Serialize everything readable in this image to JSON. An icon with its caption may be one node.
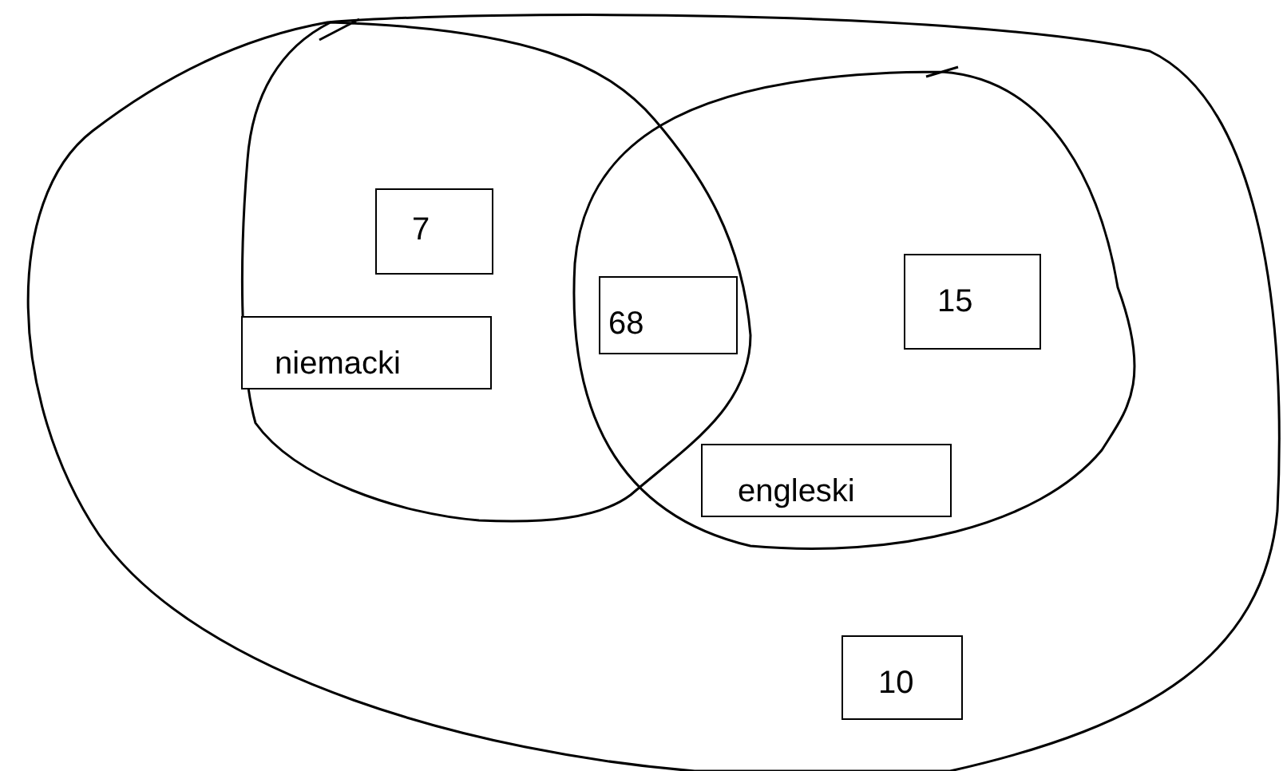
{
  "diagram": {
    "nodes": [
      {
        "text": [
          "7"
        ]
      },
      {
        "text": [
          "niemacki"
        ]
      },
      {
        "text": [
          "68"
        ]
      },
      {
        "text": [
          "15"
        ]
      },
      {
        "text": [
          "engleski"
        ]
      },
      {
        "text": [
          "10"
        ]
      }
    ]
  }
}
